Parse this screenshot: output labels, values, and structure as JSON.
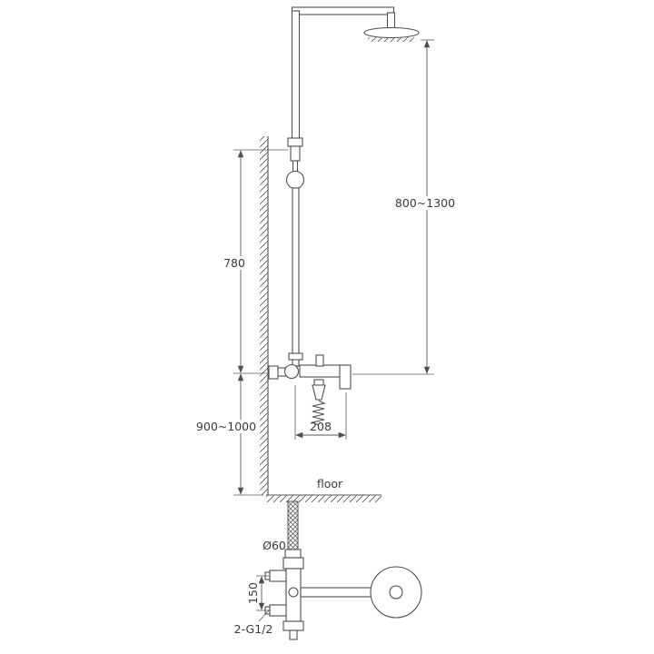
{
  "diagram": {
    "line_color": "#4f4f4f",
    "text_color": "#3a3a3a",
    "labels": {
      "floor": "floor"
    },
    "dimensions": {
      "head_height_range": "800~1300",
      "riser_to_mixer": "780",
      "mixer_height_range": "900~1000",
      "spout_projection": "208",
      "hose_diameter": "Ø60",
      "inlet_spacing": "150",
      "inlet_thread": "2-G1/2"
    }
  }
}
